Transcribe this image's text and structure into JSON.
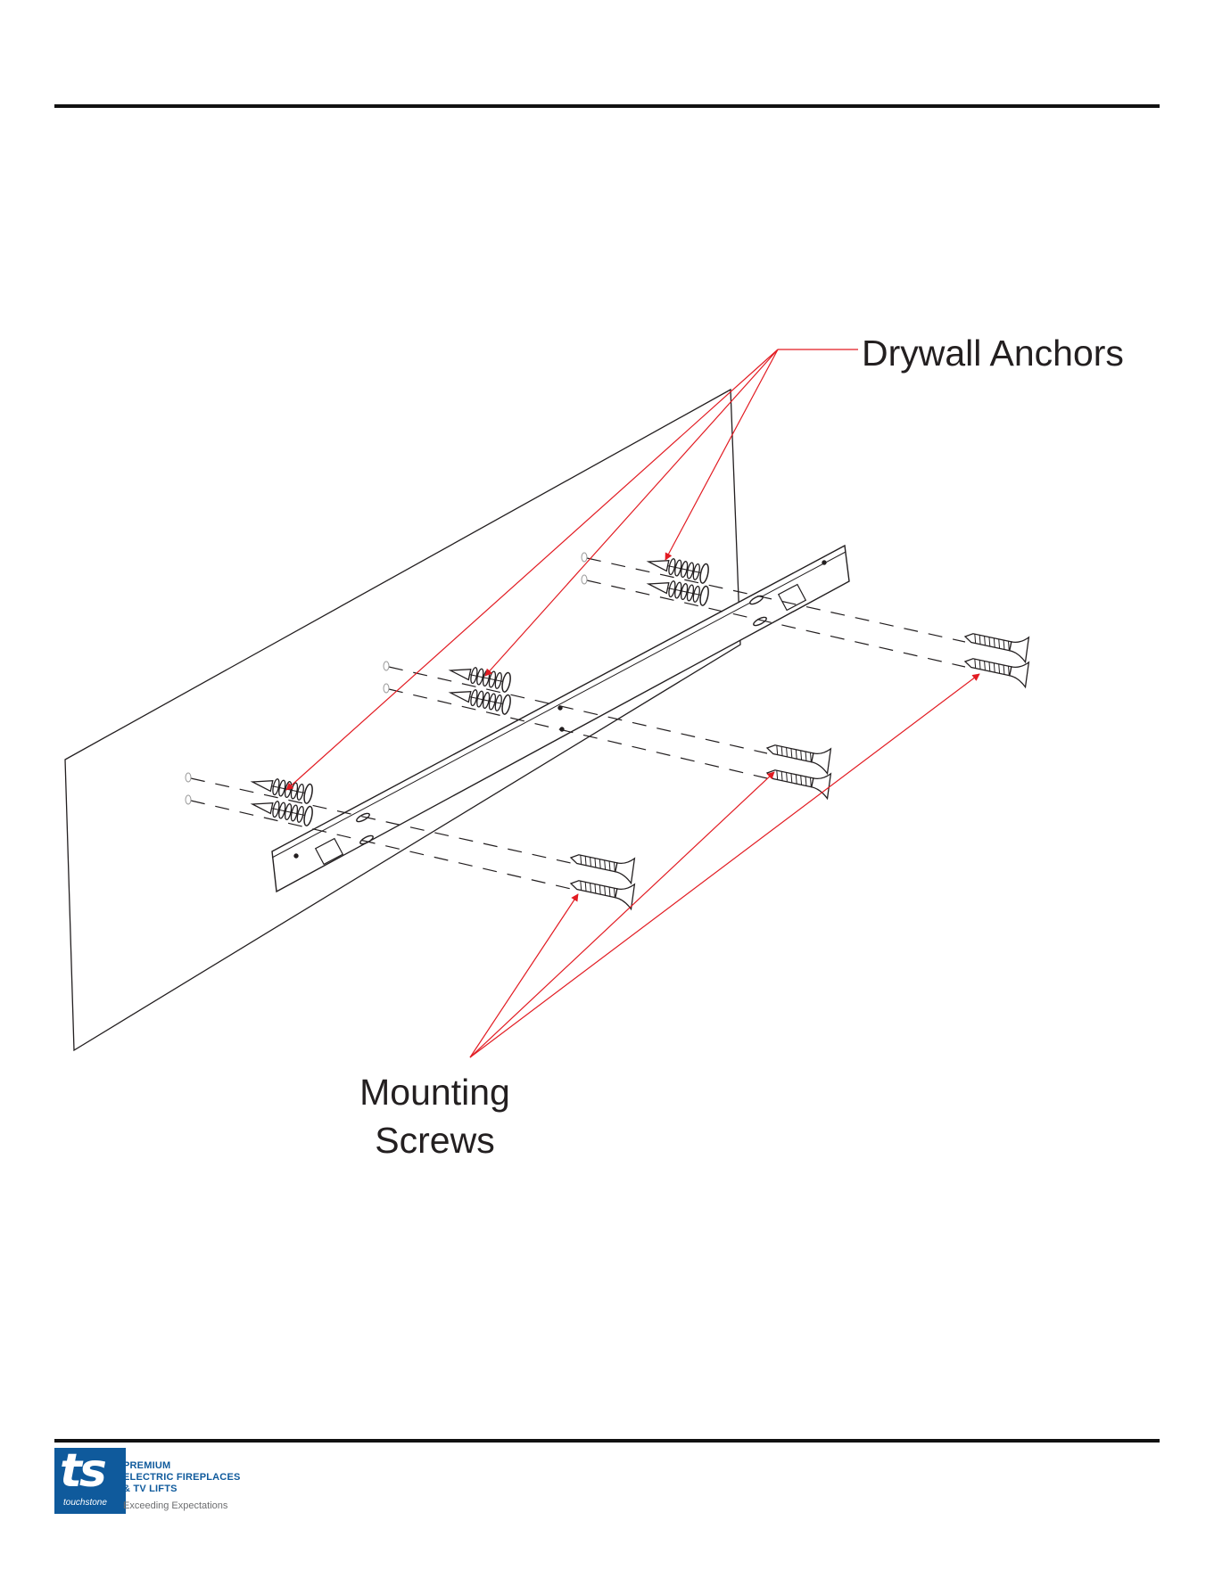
{
  "diagram": {
    "callouts": {
      "drywall_anchors": "Drywall Anchors",
      "mounting_screws_line1": "Mounting",
      "mounting_screws_line2": "Screws"
    },
    "colors": {
      "leader": "#e21b22",
      "line": "#231f20"
    }
  },
  "footer": {
    "logo": {
      "mark": "ts",
      "wordmark": "touchstone",
      "color": "#0f5a9c"
    },
    "tagline": {
      "line1": "PREMIUM",
      "line2": "ELECTRIC FIREPLACES",
      "line3": "& TV LIFTS",
      "slogan": "Exceeding Expectations"
    }
  }
}
